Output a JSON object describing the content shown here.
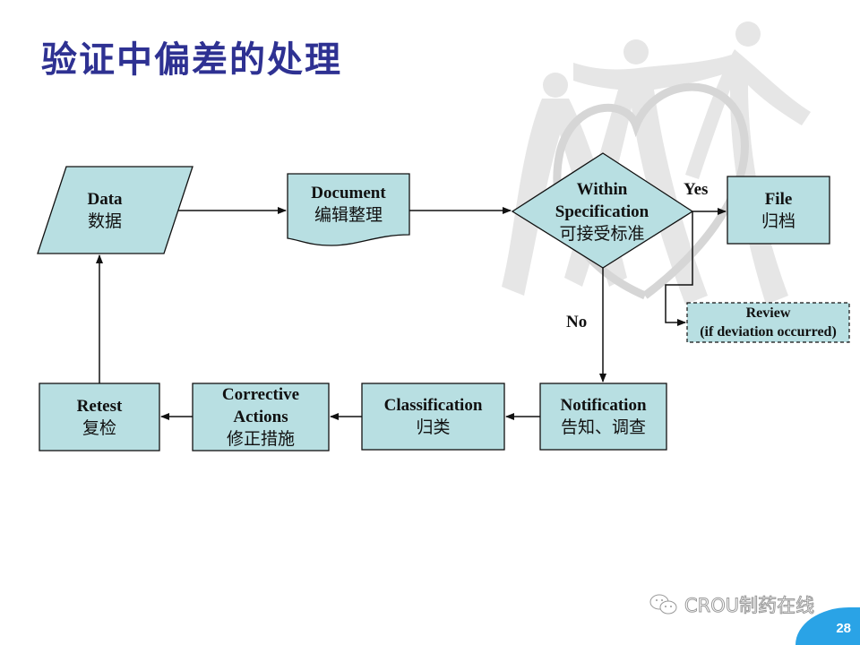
{
  "title": "验证中偏差的处理",
  "colors": {
    "title": "#2e3192",
    "node_fill": "#b8dfe2",
    "stroke": "#111111",
    "watermark": "#d9d9d9",
    "page_badge": "#2aa3e6"
  },
  "nodes": {
    "data": {
      "en": "Data",
      "zh": "数据"
    },
    "document": {
      "en": "Document",
      "zh": "编辑整理"
    },
    "decision": {
      "en1": "Within",
      "en2": "Specification",
      "zh": "可接受标准"
    },
    "file": {
      "en": "File",
      "zh": "归档"
    },
    "review": {
      "en1": "Review",
      "en2": "(if deviation occurred)"
    },
    "notification": {
      "en": "Notification",
      "zh": "告知、调查"
    },
    "classification": {
      "en": "Classification",
      "zh": "归类"
    },
    "corrective": {
      "en1": "Corrective",
      "en2": "Actions",
      "zh": "修正措施"
    },
    "retest": {
      "en": "Retest",
      "zh": "复检"
    }
  },
  "labels": {
    "yes": "Yes",
    "no": "No"
  },
  "footer": {
    "brand": "CROU制药在线",
    "brand_icon": "wechat-icon",
    "page": "28"
  }
}
